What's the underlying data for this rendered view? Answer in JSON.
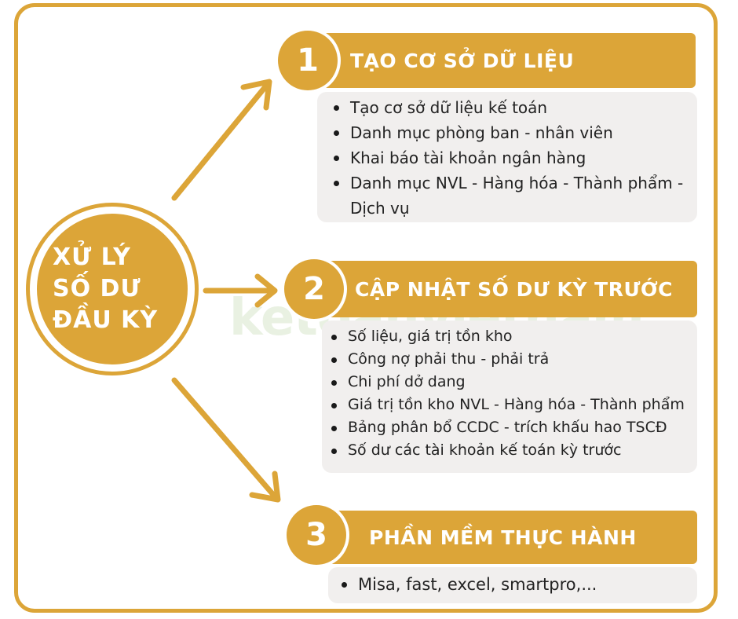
{
  "center": {
    "lines": [
      "XỬ LÝ",
      "SỐ DƯ",
      "ĐẦU KỲ"
    ]
  },
  "watermark": "ketoanvietnam",
  "colors": {
    "accent": "#dca538",
    "box_bg": "#f1efee",
    "text": "#222222"
  },
  "steps": [
    {
      "number": "1",
      "title": "TẠO CƠ SỞ DỮ LIỆU",
      "items": [
        "Tạo cơ sở dữ liệu kế toán",
        "Danh mục phòng ban - nhân viên",
        "Khai báo tài khoản ngân hàng",
        "Danh mục NVL - Hàng hóa - Thành phẩm - Dịch vụ"
      ]
    },
    {
      "number": "2",
      "title": "CẬP NHẬT SỐ DƯ KỲ TRƯỚC",
      "items": [
        "Số liệu, giá trị tồn kho",
        "Công nợ phải thu - phải trả",
        "Chi phí dở dang",
        "Giá trị tồn kho NVL - Hàng hóa - Thành phẩm",
        "Bảng phân bổ CCDC - trích khấu hao TSCĐ",
        "Số dư các tài khoản kế toán kỳ trước"
      ]
    },
    {
      "number": "3",
      "title": "PHẦN MỀM THỰC HÀNH",
      "items": [
        "Misa, fast, excel, smartpro,..."
      ]
    }
  ]
}
